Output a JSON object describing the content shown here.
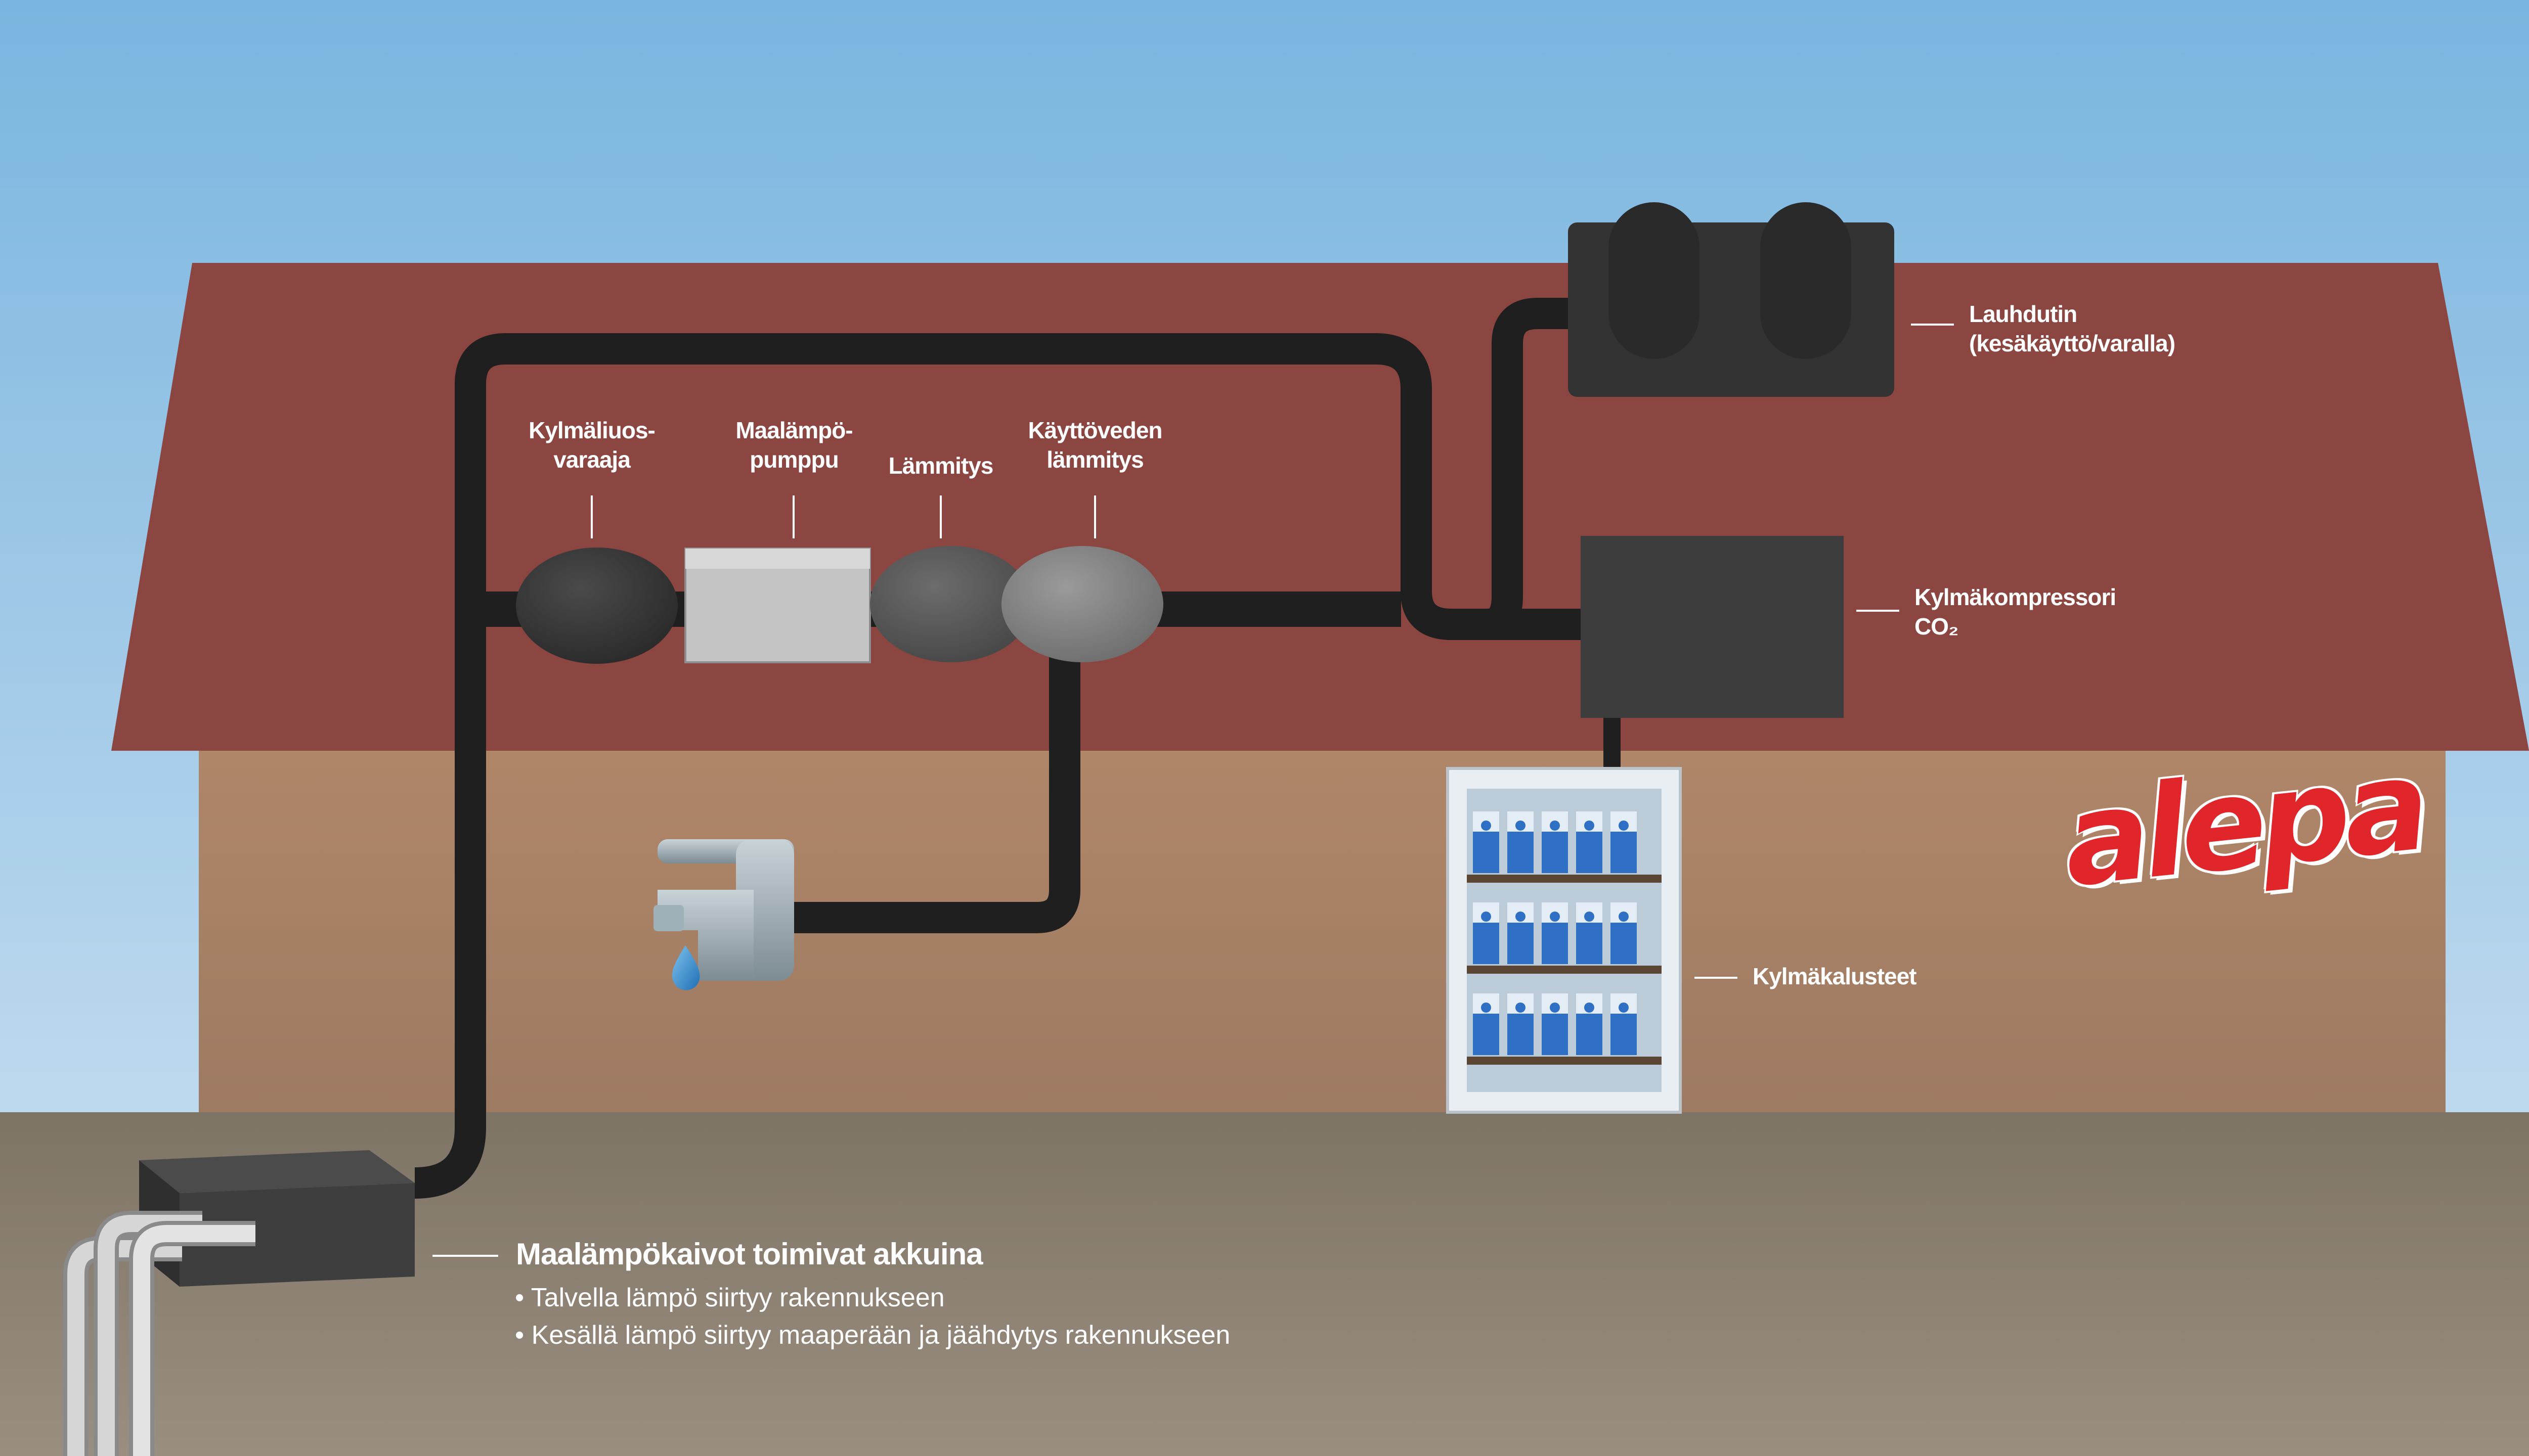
{
  "components": {
    "brine_tank": "Kylmäliuos-\nvaraaja",
    "heat_pump": "Maalämpö-\npumppu",
    "heating": "Lämmitys",
    "hot_water": "Käyttöveden\nlämmitys",
    "condenser": "Lauhdutin\n(kesäkäyttö/varalla)",
    "compressor": "Kylmäkompressori\nCO₂",
    "refrigeration": "Kylmäkalusteet"
  },
  "wells": {
    "heading": "Maalämpökaivot toimivat akkuina",
    "bullets": [
      "• Talvella lämpö siirtyy rakennukseen",
      "• Kesällä lämpö siirtyy maaperään ja jäähdytys rakennukseen"
    ]
  },
  "brand": {
    "logo": "alepa"
  },
  "colors": {
    "sky_top": "#7ab5df",
    "sky_bottom": "#d2e4f2",
    "roof": "#8c4641",
    "wall": "#b08466",
    "ground": "#8d8274",
    "pipe": "#1f1f1f",
    "logo_red": "#e0262b"
  }
}
